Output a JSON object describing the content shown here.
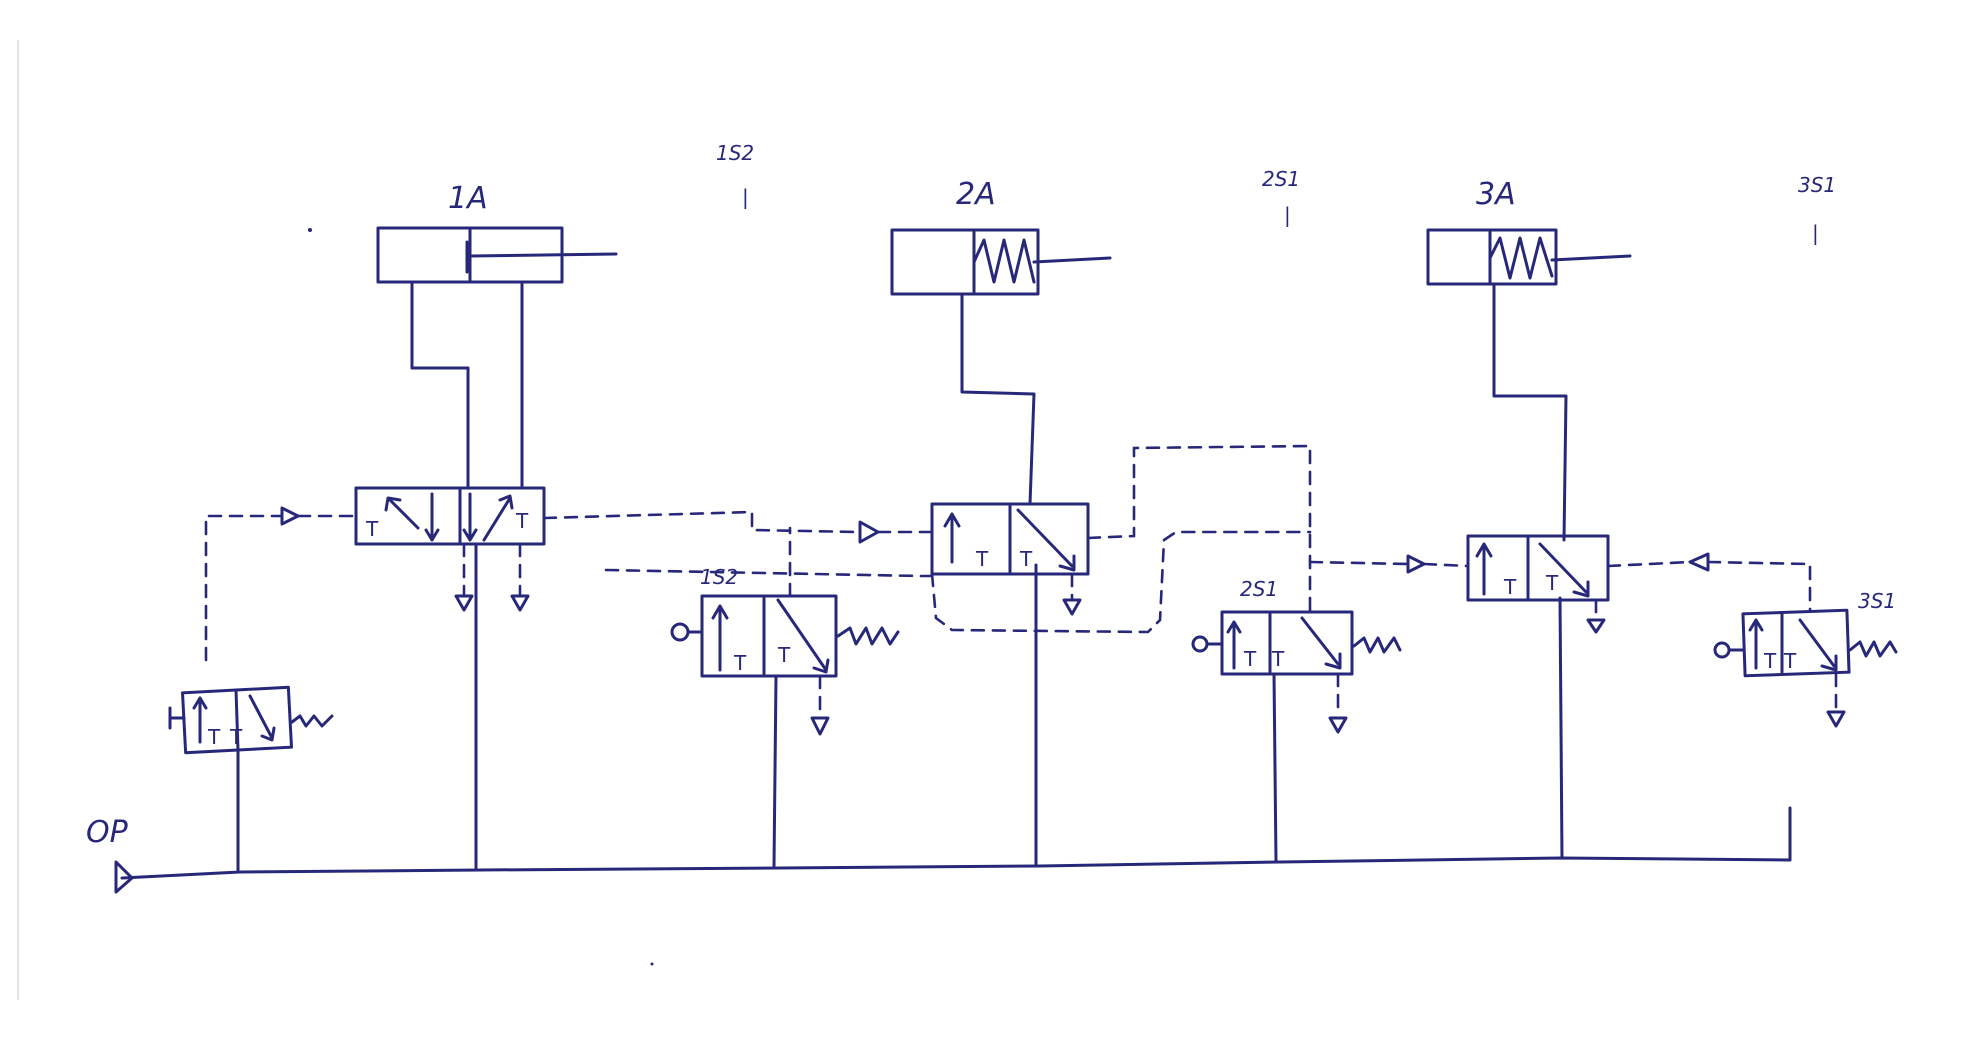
{
  "labels": {
    "supply": "OP",
    "cylinder_1": "1A",
    "cylinder_2": "2A",
    "cylinder_3": "3A",
    "sensor_top_1": "1S2",
    "sensor_top_2": "2S1",
    "sensor_top_3": "3S1",
    "sensor_mark": "|",
    "valve_label_1S2": "1S2",
    "valve_label_2S1": "2S1",
    "valve_label_3S1": "3S1",
    "port_t": "T"
  },
  "colors": {
    "ink": "#27287a",
    "paper": "#ffffff"
  }
}
